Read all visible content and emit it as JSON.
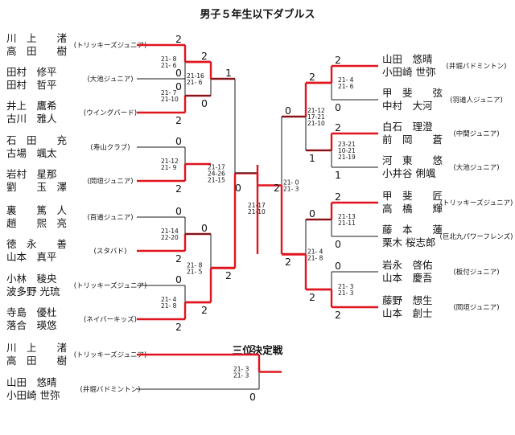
{
  "title": "男子５年生以下ダブルス",
  "third_place_title": "三位決定戦",
  "pairs": [
    {
      "p1": "川　上　　渚",
      "p2": "高　田　　樹",
      "club": "(トリッキーズジュニア)"
    },
    {
      "p1": "田村　修平",
      "p2": "田村　哲平",
      "club": "(大池ジュニア)"
    },
    {
      "p1": "井上　鷹希",
      "p2": "古川　雅人",
      "club": "(ウイングバード)"
    },
    {
      "p1": "石　田　　充",
      "p2": "古場　颯太",
      "club": "(寿山クラブ)"
    },
    {
      "p1": "岩村　星那",
      "p2": "劉　　玉　澤",
      "club": "(岡垣ジュニア)"
    },
    {
      "p1": "裏　　篤　人",
      "p2": "趙　　煕　亮",
      "club": "(百道ジュニア)"
    },
    {
      "p1": "徳　永　　善",
      "p2": "山本　真平",
      "club": "(スタバド)"
    },
    {
      "p1": "小林　稜央",
      "p2": "波多野 光琉",
      "club": "(トリッキーズジュニア)"
    },
    {
      "p1": "寺島　優杜",
      "p2": "落合　瑛悠",
      "club": "(ネイバーキッズ)"
    },
    {
      "p1": "山田　悠晴",
      "p2": "小田崎 世弥",
      "club": "(井堀バドミントン)"
    },
    {
      "p1": "甲　斐　　弦",
      "p2": "中村　大河",
      "club": "(羽道人ジュニア)"
    },
    {
      "p1": "白石　理澄",
      "p2": "前　岡　　蒼",
      "club": "(中間ジュニア)"
    },
    {
      "p1": "河　東　　悠",
      "p2": "小井谷 俐颯",
      "club": "(大池ジュニア)"
    },
    {
      "p1": "甲　斐　　匠",
      "p2": "高　橋　　輝",
      "club": "(トリッキーズジュニア)"
    },
    {
      "p1": "藤　本　　蓮",
      "p2": "栗木 桜志郎",
      "club": "(巨北九パワーフレンズ)"
    },
    {
      "p1": "岩永　啓佑",
      "p2": "山本　慶吾",
      "club": "(板付ジュニア)"
    },
    {
      "p1": "藤野　想生",
      "p2": "山本　創士",
      "club": "(岡垣ジュニア)"
    },
    {
      "p1": "川　上　　渚",
      "p2": "高　田　　樹",
      "club": "(トリッキーズジュニア)"
    },
    {
      "p1": "山田　悠晴",
      "p2": "小田崎 世弥",
      "club": "(井堀バドミントン)"
    }
  ],
  "matches": [
    {
      "games": [
        "21- 8",
        "21- 6"
      ],
      "top": "2",
      "bottom": "0"
    },
    {
      "games": [
        "21- 7",
        "21-10"
      ],
      "top": "0",
      "bottom": "2"
    },
    {
      "games": [
        "21-16",
        "21- 6"
      ],
      "top": "2",
      "bottom": "0"
    },
    {
      "games": [
        "21-12",
        "21- 9"
      ],
      "top": "0",
      "bottom": "2"
    },
    {
      "games": [
        "21-14",
        "22-20"
      ],
      "top": "0",
      "bottom": "2"
    },
    {
      "games": [
        "21- 4",
        "21- 8"
      ],
      "top": "0",
      "bottom": "2"
    },
    {
      "games": [
        "21- 8",
        "21- 5"
      ],
      "top": "0",
      "bottom": "2"
    },
    {
      "games": [
        "21-17",
        "24-26",
        "21-15"
      ],
      "top": "1",
      "bottom": "2"
    },
    {
      "games": [
        "21- 4",
        "21- 6"
      ],
      "top": "2",
      "bottom": "0"
    },
    {
      "games": [
        "23-21",
        "10-21",
        "21-19"
      ],
      "top": "2",
      "bottom": "1"
    },
    {
      "games": [
        "21-12",
        "17-21",
        "21-10"
      ],
      "top": "2",
      "bottom": "1"
    },
    {
      "games": [
        "21-13",
        "21-11"
      ],
      "top": "2",
      "bottom": "0"
    },
    {
      "games": [
        "21- 3",
        "21- 3"
      ],
      "top": "0",
      "bottom": "2"
    },
    {
      "games": [
        "21- 4",
        "21- 8"
      ],
      "top": "0",
      "bottom": "2"
    },
    {
      "games": [
        "21- 0",
        "21- 3"
      ],
      "top": "0",
      "bottom": "2"
    },
    {
      "games": [
        "21-17",
        "21-10"
      ],
      "top": "0",
      "bottom": "2"
    },
    {
      "games": [
        "21- 3",
        "21- 3"
      ],
      "top": "2",
      "bottom": "0"
    }
  ],
  "colors": {
    "winner": "#e0141e",
    "line": "#1a1a1a"
  }
}
